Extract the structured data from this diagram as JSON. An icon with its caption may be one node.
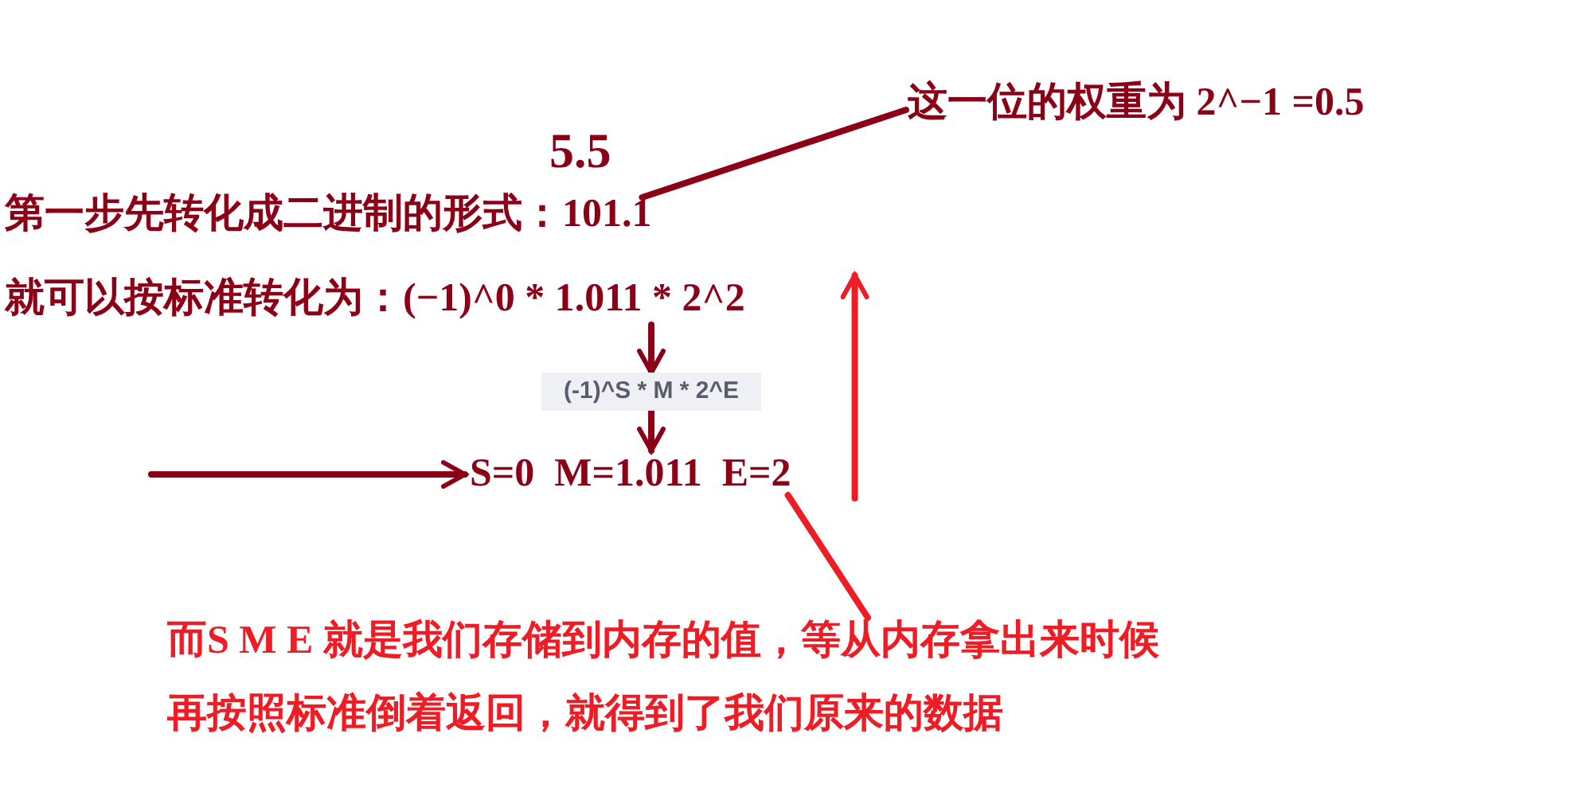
{
  "diagram": {
    "nodes": [
      {
        "text": [
          "第一步先转化成二进制的形式：101.1"
        ]
      },
      {
        "text": [
          "就可以按标准转化为：(−1)^0 * 1.011 * 2^2"
        ]
      },
      {
        "text": [
          "(-1)^S * M * 2^E"
        ]
      },
      {
        "text": [
          "S=0  M=1.011  E=2"
        ]
      },
      {
        "text": [
          "这一位的权重为 2^−1 =0.5"
        ]
      },
      {
        "text": [
          "而S M E 就是我们存储到内存的值，等从内存拿出来时候再按照标准倒着返回，就得到了我们原来的数据"
        ]
      }
    ],
    "edges": [
      {
        "from": 1,
        "to": 2,
        "arrow": "to"
      },
      {
        "from": 2,
        "to": 3,
        "arrow": "to"
      },
      {
        "from": null,
        "to": 3,
        "arrow": "to"
      },
      {
        "from": 0,
        "to": 4,
        "arrow": "none"
      },
      {
        "from": 5,
        "to": 3,
        "arrow": "none",
        "color": "#ee1c24"
      },
      {
        "from": 3,
        "to": 1,
        "arrow": "to",
        "color": "#ee1c24"
      }
    ],
    "labels": [
      "5.5"
    ]
  }
}
